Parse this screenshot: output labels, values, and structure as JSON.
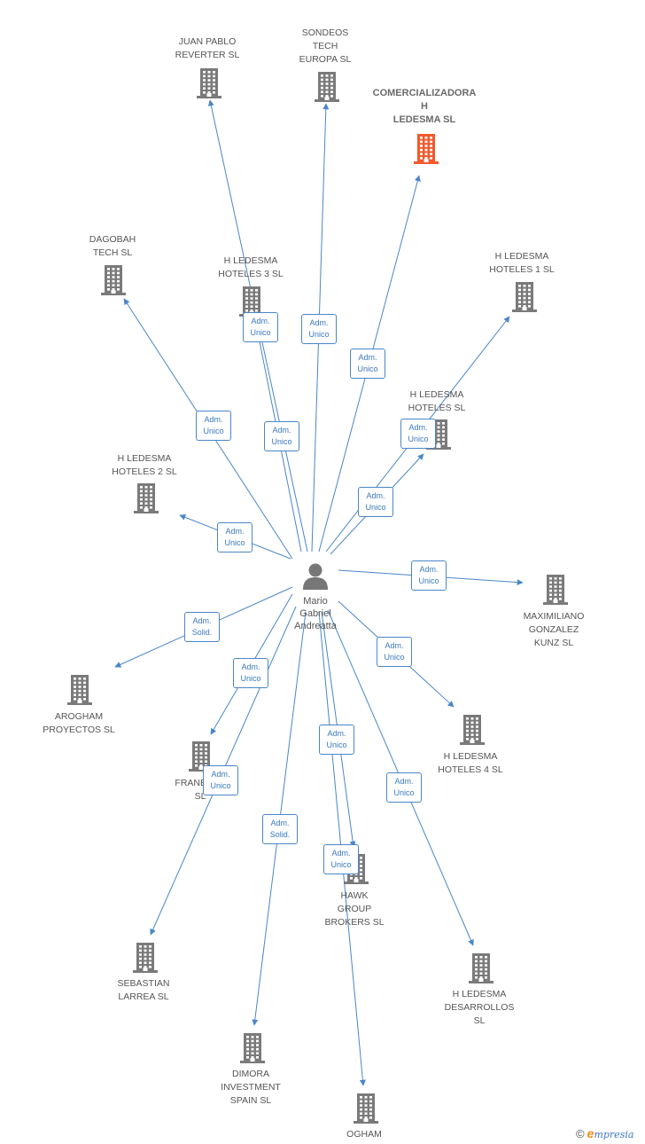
{
  "colors": {
    "edge": "#4a86c8",
    "building": "#7a7a7a",
    "building_main": "#f15a2c",
    "person": "#777777"
  },
  "person": {
    "label": "Mario\nGabriel\nAndreatta",
    "icon": "person-icon"
  },
  "companies": [
    {
      "id": "juan-pablo-reverter",
      "label": "JUAN PABLO\nREVERTER  SL"
    },
    {
      "id": "sondeos-tech-europa",
      "label": "SONDEOS\nTECH\nEUROPA  SL"
    },
    {
      "id": "comercializadora-h-ledesma",
      "label": "COMERCIALIZADORA\nH\nLEDESMA  SL",
      "main": true
    },
    {
      "id": "dagobah-tech",
      "label": "DAGOBAH\nTECH  SL"
    },
    {
      "id": "h-ledesma-hoteles-3",
      "label": "H LEDESMA\nHOTELES 3  SL"
    },
    {
      "id": "h-ledesma-hoteles-1",
      "label": "H LEDESMA\nHOTELES 1  SL"
    },
    {
      "id": "h-ledesma-hoteles",
      "label": "H LEDESMA\nHOTELES  SL"
    },
    {
      "id": "h-ledesma-hoteles-2",
      "label": "H LEDESMA\nHOTELES 2  SL"
    },
    {
      "id": "maximiliano-gonzalez-kunz",
      "label": "MAXIMILIANO\nGONZALEZ\nKUNZ  SL"
    },
    {
      "id": "arogham-proyectos",
      "label": "AROGHAM\nPROYECTOS  SL"
    },
    {
      "id": "h-ledesma-hoteles-4",
      "label": "H LEDESMA\nHOTELES 4  SL"
    },
    {
      "id": "franbrea",
      "label": "FRANBREA\nSL"
    },
    {
      "id": "hawk-group-brokers",
      "label": "HAWK\nGROUP\nBROKERS  SL"
    },
    {
      "id": "sebastian-larrea",
      "label": "SEBASTIAN\nLARREA  SL"
    },
    {
      "id": "h-ledesma-desarrollos",
      "label": "H LEDESMA\nDESARROLLOS\nSL"
    },
    {
      "id": "dimora-investment-spain",
      "label": "DIMORA\nINVESTMENT\nSPAIN  SL"
    },
    {
      "id": "ogham",
      "label": "OGHAM"
    }
  ],
  "edges": [
    {
      "to": "juan-pablo-reverter",
      "label": "Adm.\nUnico"
    },
    {
      "to": "sondeos-tech-europa",
      "label": "Adm.\nUnico"
    },
    {
      "to": "comercializadora-h-ledesma",
      "label": "Adm.\nUnico"
    },
    {
      "to": "dagobah-tech",
      "label": "Adm.\nUnico"
    },
    {
      "to": "h-ledesma-hoteles-3",
      "label": "Adm.\nUnico"
    },
    {
      "to": "h-ledesma-hoteles-1",
      "label": "Adm.\nUnico"
    },
    {
      "to": "h-ledesma-hoteles",
      "label": "Adm.\nUnico"
    },
    {
      "to": "h-ledesma-hoteles-2",
      "label": "Adm.\nUnico"
    },
    {
      "to": "maximiliano-gonzalez-kunz",
      "label": "Adm.\nUnico"
    },
    {
      "to": "arogham-proyectos",
      "label": "Adm.\nSolid."
    },
    {
      "to": "h-ledesma-hoteles-4",
      "label": "Adm.\nUnico"
    },
    {
      "to": "franbrea",
      "label": "Adm.\nUnico"
    },
    {
      "to": "hawk-group-brokers",
      "label": "Adm.\nUnico"
    },
    {
      "to": "sebastian-larrea",
      "label": "Adm.\nUnico"
    },
    {
      "to": "h-ledesma-desarrollos",
      "label": "Adm.\nUnico"
    },
    {
      "to": "dimora-investment-spain",
      "label": "Adm.\nSolid."
    },
    {
      "to": "ogham",
      "label": "Adm.\nUnico"
    }
  ],
  "footer": {
    "copyright": "©",
    "brand_e": "e",
    "brand_rest": "mpresia"
  }
}
